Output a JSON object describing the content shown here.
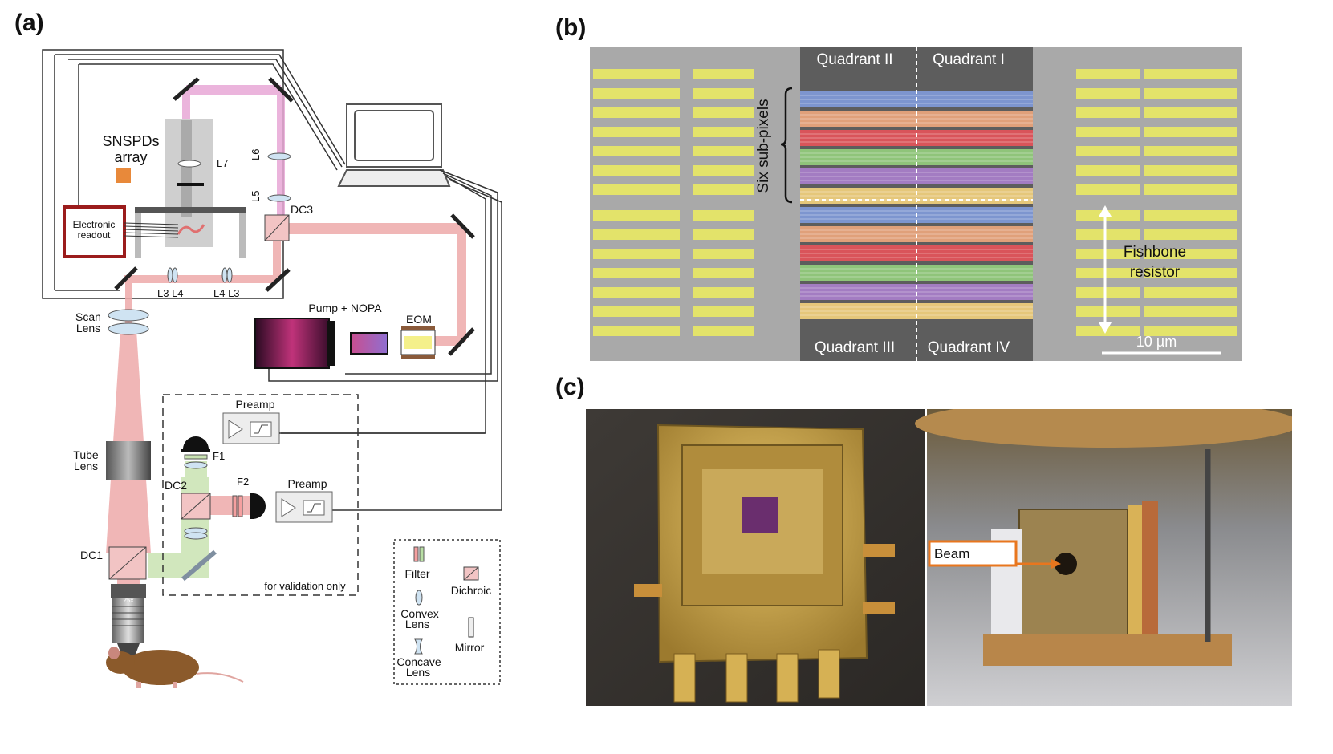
{
  "panels": {
    "a": "(a)",
    "b": "(b)",
    "c": "(c)"
  },
  "setup": {
    "snspd_line1": "SNSPDs",
    "snspd_line2": "array",
    "readout_line1": "Electronic",
    "readout_line2": "readout",
    "L7": "L7",
    "L6": "L6",
    "L5": "L5",
    "DC3": "DC3",
    "L3L4_left": "L3 L4",
    "L4L3_right": "L4 L3",
    "scan_lens_line1": "Scan",
    "scan_lens_line2": "Lens",
    "pump_nopa": "Pump + NOPA",
    "eom": "EOM",
    "preamp_top": "Preamp",
    "preamp_bottom": "Preamp",
    "tube_lens_line1": "Tube",
    "tube_lens_line2": "Lens",
    "F1": "F1",
    "F2": "F2",
    "DC2": "DC2",
    "DC1": "DC1",
    "validation": "for validation only",
    "objective": "25x"
  },
  "legend": {
    "filter": "Filter",
    "dichroic": "Dichroic",
    "convex_line1": "Convex",
    "convex_line2": "Lens",
    "mirror": "Mirror",
    "concave_line1": "Concave",
    "concave_line2": "Lens"
  },
  "sem": {
    "quadrant_2": "Quadrant II",
    "quadrant_1": "Quadrant I",
    "quadrant_3": "Quadrant III",
    "quadrant_4": "Quadrant IV",
    "six_subpixels": "Six sub-pixels",
    "fishbone_line1": "Fishbone",
    "fishbone_line2": "resistor",
    "scale": "10 µm",
    "subpixel_colors": [
      "#7d95cf",
      "#e0a07a",
      "#d9545a",
      "#8fc47a",
      "#a37cc2",
      "#e5c77a"
    ],
    "pad_color": "#e3e36a"
  },
  "photo": {
    "beam": "Beam",
    "beam_color": "#e8761e"
  }
}
